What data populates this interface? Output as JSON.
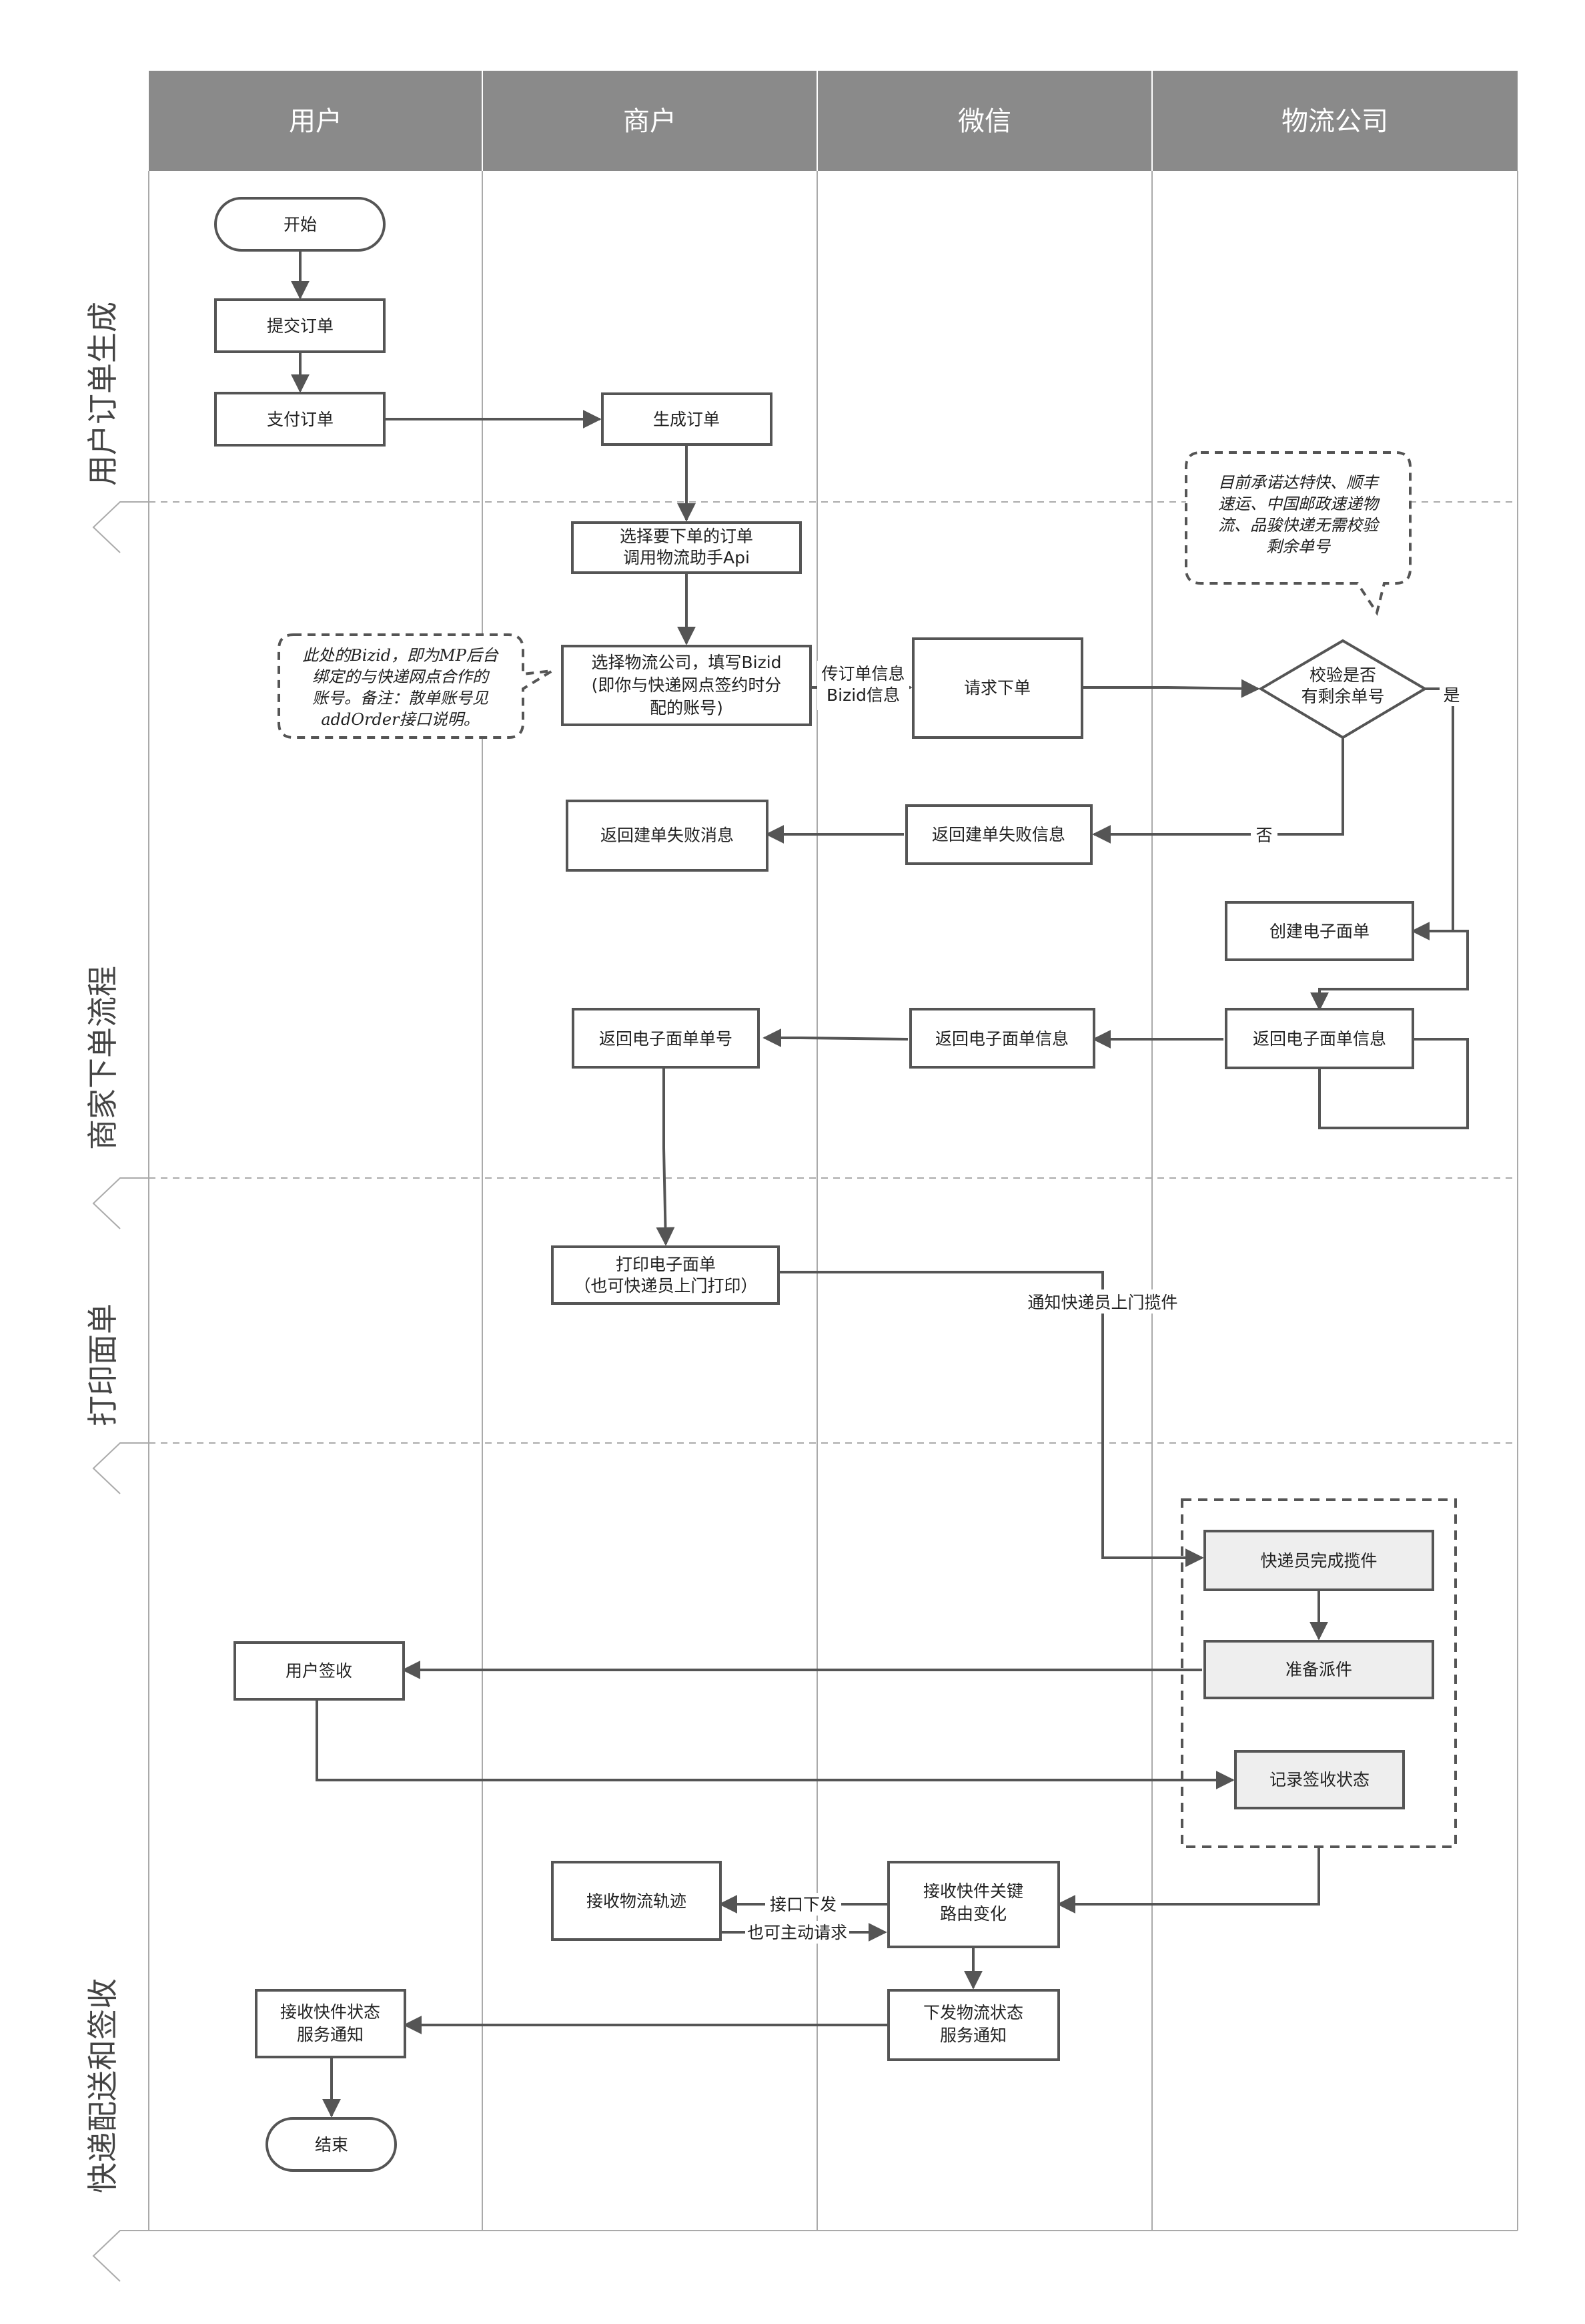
{
  "lanes": [
    "用户",
    "商户",
    "微信",
    "物流公司"
  ],
  "phases": [
    "用户订单生成",
    "商家下单流程",
    "打印面单",
    "快递配送和签收"
  ],
  "nodes": {
    "start": "开始",
    "submit_order": "提交订单",
    "pay_order": "支付订单",
    "gen_order": "生成订单",
    "select_order": [
      "选择要下单的订单",
      "调用物流助手Api"
    ],
    "select_company": [
      "选择物流公司，填写Bizid",
      "(即你与快递网点签约时分",
      "配的账号)"
    ],
    "request_order": "请求下单",
    "check_remaining": [
      "校验是否",
      "有剩余单号"
    ],
    "return_fail_msg": "返回建单失败消息",
    "return_fail_info": "返回建单失败信息",
    "create_waybill": "创建电子面单",
    "logistics_return_info": "返回电子面单信息",
    "wechat_return_info": "返回电子面单信息",
    "merchant_return_no": "返回电子面单单号",
    "print_waybill": [
      "打印电子面单",
      "（也可快递员上门打印）"
    ],
    "courier_pickup_done": "快递员完成揽件",
    "prepare_dispatch": "准备派件",
    "record_sign": "记录签收状态",
    "user_sign": "用户签收",
    "receive_route": [
      "接收快件关键",
      "路由变化"
    ],
    "receive_track": "接收物流轨迹",
    "send_status": [
      "下发物流状态",
      "服务通知"
    ],
    "receive_status": [
      "接收快件状态",
      "服务通知"
    ],
    "end": "结束"
  },
  "edge_labels": {
    "pass_order_info": "传订单信息",
    "bizid_info": "Bizid信息",
    "yes": "是",
    "no": "否",
    "notify_courier": "通知快递员上门揽件",
    "api_push": "接口下发",
    "active_request": "也可主动请求"
  },
  "notes": {
    "bizid_note": [
      "此处的Bizid，即为MP后台",
      "绑定的与快递网点合作的",
      "账号。备注：散单账号见",
      "addOrder接口说明。"
    ],
    "carriers_note": [
      "目前承诺达特快、顺丰",
      "速运、中国邮政速递物",
      "流、品骏快递无需校验",
      "剩余单号"
    ]
  }
}
